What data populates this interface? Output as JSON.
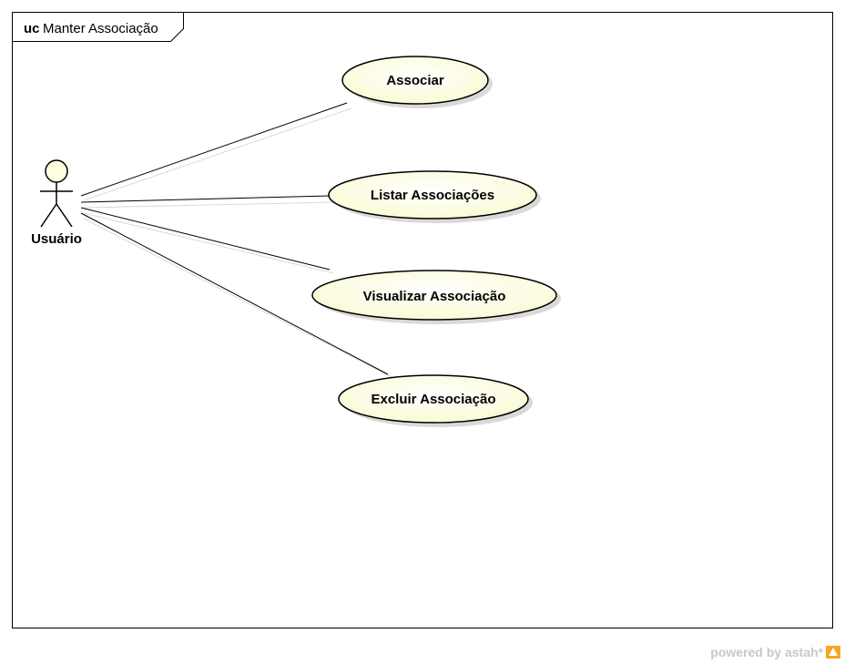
{
  "diagram": {
    "frame": {
      "keyword": "uc",
      "title": "Manter Associação"
    },
    "actor": {
      "name": "Usuário"
    },
    "use_cases": [
      {
        "id": "uc-associar",
        "label": "Associar"
      },
      {
        "id": "uc-listar",
        "label": "Listar Associações"
      },
      {
        "id": "uc-visualizar",
        "label": "Visualizar Associação"
      },
      {
        "id": "uc-excluir",
        "label": "Excluir Associação"
      }
    ],
    "associations": [
      {
        "from": "Usuário",
        "to": "Associar"
      },
      {
        "from": "Usuário",
        "to": "Listar Associações"
      },
      {
        "from": "Usuário",
        "to": "Visualizar Associação"
      },
      {
        "from": "Usuário",
        "to": "Excluir Associação"
      }
    ]
  },
  "watermark": {
    "text": "powered by astah*"
  },
  "colors": {
    "use_case_fill": "#ffffe0",
    "use_case_stroke": "#000000",
    "actor_fill": "#ffffe0",
    "frame_stroke": "#000000",
    "shadow": "#d9d9d9",
    "watermark": "#c8c8c8",
    "logo_orange": "#f5a623"
  }
}
